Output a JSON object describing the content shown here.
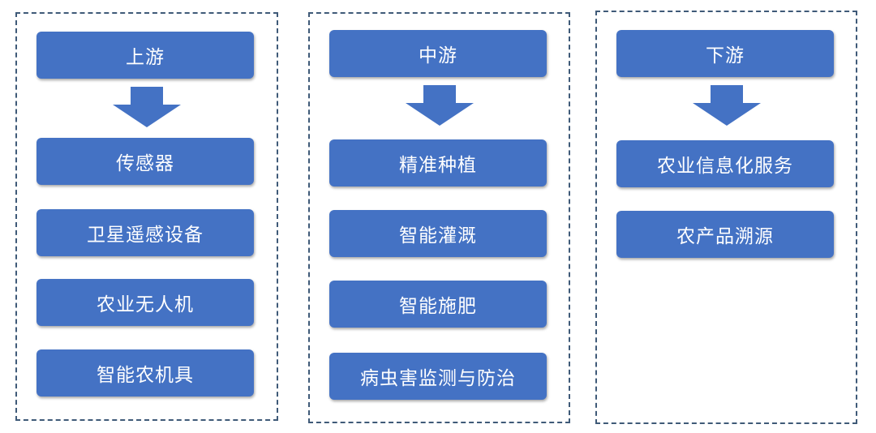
{
  "columns": [
    {
      "header": "上游",
      "items": [
        "传感器",
        "卫星遥感设备",
        "农业无人机",
        "智能农机具"
      ]
    },
    {
      "header": "中游",
      "items": [
        "精准种植",
        "智能灌溉",
        "智能施肥",
        "病虫害监测与防治"
      ]
    },
    {
      "header": "下游",
      "items": [
        "农业信息化服务",
        "农产品溯源"
      ]
    }
  ],
  "colors": {
    "box_fill": "#4472c4",
    "box_text": "#ffffff",
    "border": "#3f5a78"
  },
  "icons": [
    "down-arrow-icon"
  ]
}
